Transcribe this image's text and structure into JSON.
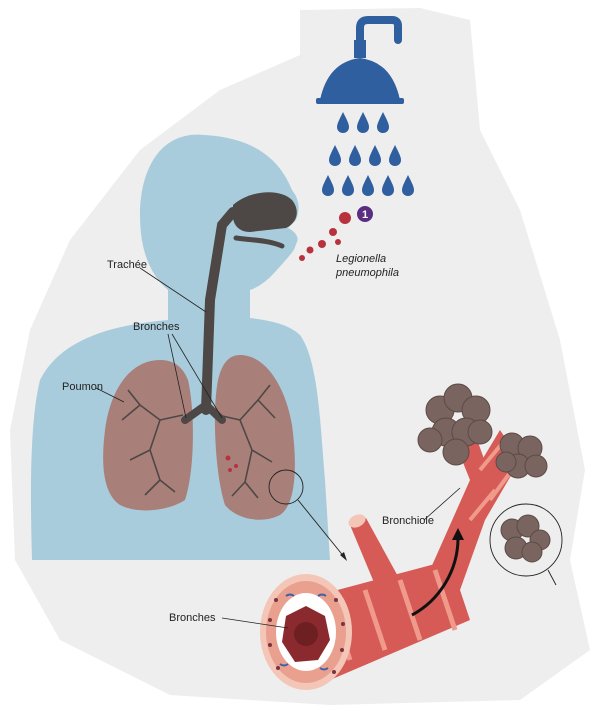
{
  "labels": {
    "trachea": "Trachée",
    "bronchi_upper": "Bronches",
    "lung": "Poumon",
    "bacteria_line1": "Legionella",
    "bacteria_line2": "pneumophila",
    "bronchiole": "Bronchiole",
    "bronchi_lower": "Bronches",
    "step_badge": "1"
  },
  "colors": {
    "background_blob": "#eeeeef",
    "body": "#a9ccdc",
    "airway": "#4d4745",
    "lung": "#a98079",
    "shower": "#2f5f9e",
    "drops": "#2f5f9e",
    "bacteria": "#b8323e",
    "badge": "#5a2d82",
    "bronchus_wall": "#d65a55",
    "bronchus_stripe": "#f09a8c",
    "alveoli": "#7a6460"
  },
  "icons": [
    "shower-icon",
    "water-drop-icon",
    "bacteria-icon"
  ]
}
